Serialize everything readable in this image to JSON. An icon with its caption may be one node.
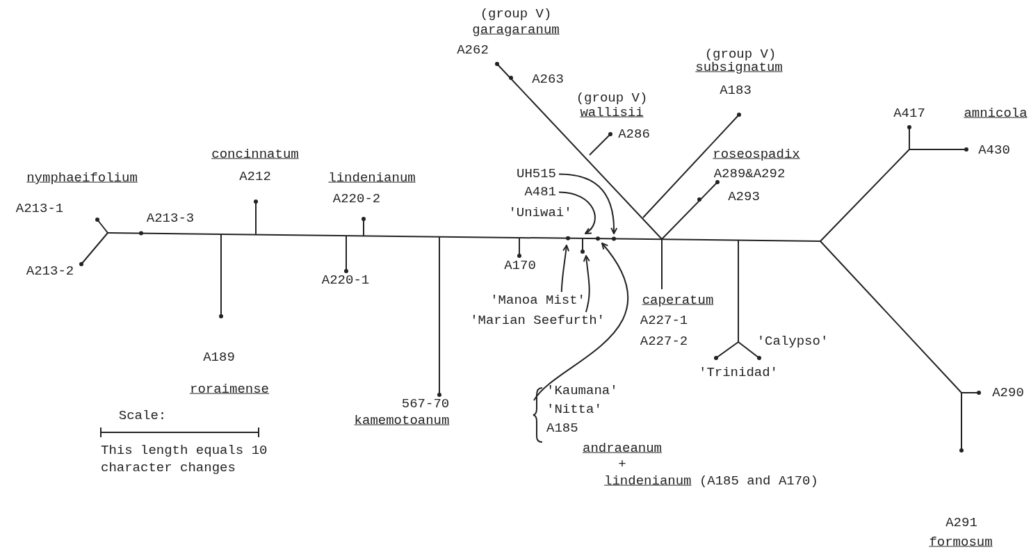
{
  "diagram": {
    "nodes": [
      {
        "text": [
          "UH515"
        ]
      },
      {
        "text": [
          "A481"
        ]
      },
      {
        "text": [
          "'Manoa Mist'"
        ]
      },
      {
        "text": [
          "'Marian Seefurth'"
        ]
      },
      {
        "text": [
          "'Kaumana'",
          "'Nitta'",
          "A185"
        ]
      }
    ],
    "edges": [
      {
        "from": 0,
        "to": null,
        "arrow": "to"
      },
      {
        "from": 1,
        "to": null,
        "arrow": "to"
      },
      {
        "from": 2,
        "to": null,
        "arrow": "to"
      },
      {
        "from": 3,
        "to": null,
        "arrow": "to"
      },
      {
        "from": 4,
        "to": null,
        "arrow": "to"
      }
    ],
    "labels": [
      "(group V)",
      "garagaranum",
      "A262",
      "(group V)",
      "subsignatum",
      "A263",
      "A183",
      "(group V)",
      "wallisii",
      "A417",
      "amnicola",
      "A286",
      "concinnatum",
      "roseospadix",
      "A430",
      "A212",
      "nymphaeifolium",
      "lindenianum",
      "A289&A292",
      "A220-2",
      "A293",
      "A213-1",
      "A213-3",
      "'Uniwai'",
      "A170",
      "A213-2",
      "A220-1",
      "caperatum",
      "A227-1",
      "A227-2",
      "'Calypso'",
      "A189",
      "'Trinidad'",
      "roraimense",
      "567-70",
      "kamemotoanum",
      "Scale:",
      "A290",
      "andraeanum",
      "+",
      "This length equals 10 character changes",
      "lindenianum (A185 and A170)",
      "A291",
      "formosum"
    ]
  }
}
